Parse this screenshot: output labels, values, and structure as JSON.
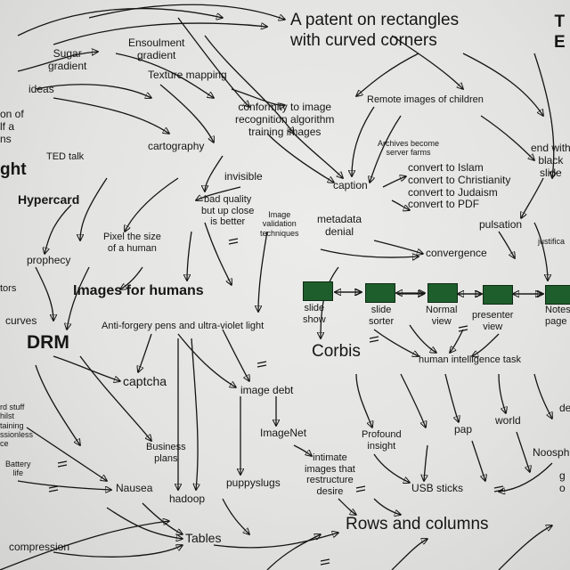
{
  "nodes": [
    {
      "id": "patent",
      "text": "A patent on rectangles\nwith curved corners"
    },
    {
      "id": "top_right_fragment",
      "text": "T\nE"
    },
    {
      "id": "sugar_gradient",
      "text": "Sugar\ngradient"
    },
    {
      "id": "ensoulment_gradient",
      "text": "Ensoulment\ngradient"
    },
    {
      "id": "texture_mapping",
      "text": "Texture mapping"
    },
    {
      "id": "ideas",
      "text": "ideas"
    },
    {
      "id": "left_fragment_on",
      "text": "on of\nlf a\nns"
    },
    {
      "id": "ted_talk",
      "text": "TED talk"
    },
    {
      "id": "ght_fragment",
      "text": "ght"
    },
    {
      "id": "hypercard",
      "text": "Hypercard"
    },
    {
      "id": "conformity",
      "text": "conformity to image\nrecognition algorithm\ntraining images"
    },
    {
      "id": "remote_images",
      "text": "Remote images of children"
    },
    {
      "id": "archives",
      "text": "Archives become\nserver farms"
    },
    {
      "id": "cartography",
      "text": "cartography"
    },
    {
      "id": "invisible",
      "text": "invisible"
    },
    {
      "id": "caption",
      "text": "caption"
    },
    {
      "id": "convert",
      "text": "convert to Islam\nconvert to Christianity\nconvert to Judaism\nconvert to PDF"
    },
    {
      "id": "end_black_slide",
      "text": "end with\nblack\nslide"
    },
    {
      "id": "bad_quality",
      "text": "bad quality\nbut up close\nis better"
    },
    {
      "id": "image_validation",
      "text": "Image\nvalidation\ntechniques"
    },
    {
      "id": "metadata_denial",
      "text": "metadata\ndenial"
    },
    {
      "id": "pulsation",
      "text": "pulsation"
    },
    {
      "id": "justification_fragment",
      "text": "justifica"
    },
    {
      "id": "pixel_size",
      "text": "Pixel the size\nof a human"
    },
    {
      "id": "prophecy",
      "text": "prophecy"
    },
    {
      "id": "convergence",
      "text": "convergence"
    },
    {
      "id": "tors_fragment",
      "text": "tors"
    },
    {
      "id": "images_for_humans",
      "text": "Images for humans"
    },
    {
      "id": "curves",
      "text": "curves"
    },
    {
      "id": "drm",
      "text": "DRM"
    },
    {
      "id": "anti_forgery",
      "text": "Anti-forgery pens and ultra-violet light"
    },
    {
      "id": "slide_show",
      "text": "slide\nshow"
    },
    {
      "id": "slide_sorter",
      "text": "slide\nsorter"
    },
    {
      "id": "normal_view",
      "text": "Normal\nview"
    },
    {
      "id": "presenter_view",
      "text": "presenter\nview"
    },
    {
      "id": "notes_page",
      "text": "Notes\npage"
    },
    {
      "id": "corbis",
      "text": "Corbis"
    },
    {
      "id": "human_intelligence",
      "text": "human intelligence task"
    },
    {
      "id": "captcha",
      "text": "captcha"
    },
    {
      "id": "image_debt",
      "text": "image debt"
    },
    {
      "id": "left_fragment_stuff",
      "text": "rd stuff\nhilst\ntaining\nssionless\nce"
    },
    {
      "id": "battery_life",
      "text": "Battery\nlife"
    },
    {
      "id": "imagenet",
      "text": "ImageNet"
    },
    {
      "id": "profound_insight",
      "text": "Profound\ninsight"
    },
    {
      "id": "pap",
      "text": "pap"
    },
    {
      "id": "world",
      "text": "world"
    },
    {
      "id": "de_fragment",
      "text": "de"
    },
    {
      "id": "business_plans",
      "text": "Business\nplans"
    },
    {
      "id": "intimate_images",
      "text": "intimate\nimages that\nrestructure\ndesire"
    },
    {
      "id": "noosphere_fragment",
      "text": "Noosph"
    },
    {
      "id": "nausea",
      "text": "Nausea"
    },
    {
      "id": "hadoop",
      "text": "hadoop"
    },
    {
      "id": "puppyslugs",
      "text": "puppyslugs"
    },
    {
      "id": "usb_sticks",
      "text": "USB sticks"
    },
    {
      "id": "g_o_fragment",
      "text": "g\no"
    },
    {
      "id": "rows_columns",
      "text": "Rows and columns"
    },
    {
      "id": "tables",
      "text": "Tables"
    },
    {
      "id": "compression",
      "text": "compression"
    }
  ]
}
